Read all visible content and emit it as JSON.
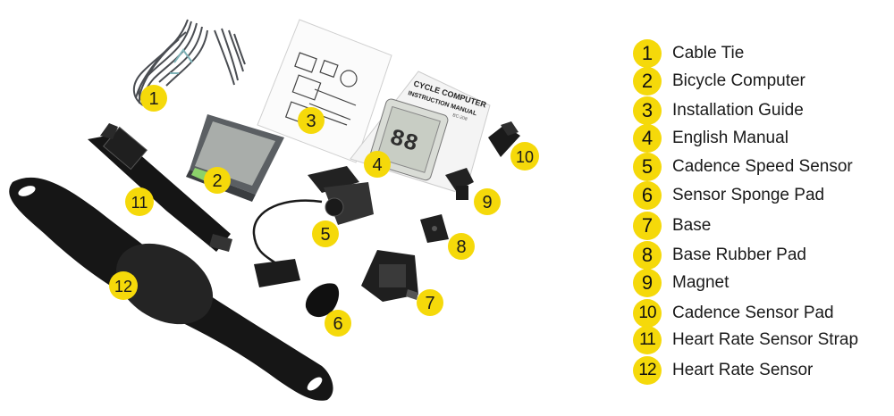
{
  "badge_color": "#f5d90a",
  "manual": {
    "title": "CYCLE COMPUTER",
    "subtitle": "INSTRUCTION MANUAL",
    "model": "BC-208"
  },
  "items": [
    {
      "num": "1",
      "label": "Cable Tie"
    },
    {
      "num": "2",
      "label": "Bicycle Computer"
    },
    {
      "num": "3",
      "label": "Installation Guide"
    },
    {
      "num": "4",
      "label": "English Manual"
    },
    {
      "num": "5",
      "label": "Cadence Speed Sensor"
    },
    {
      "num": "6",
      "label": "Sensor Sponge Pad"
    },
    {
      "num": "7",
      "label": "Base"
    },
    {
      "num": "8",
      "label": "Base Rubber Pad"
    },
    {
      "num": "9",
      "label": "Magnet"
    },
    {
      "num": "10",
      "label": "Cadence Sensor Pad"
    },
    {
      "num": "11",
      "label": "Heart Rate Sensor Strap"
    },
    {
      "num": "12",
      "label": "Heart Rate Sensor"
    }
  ]
}
